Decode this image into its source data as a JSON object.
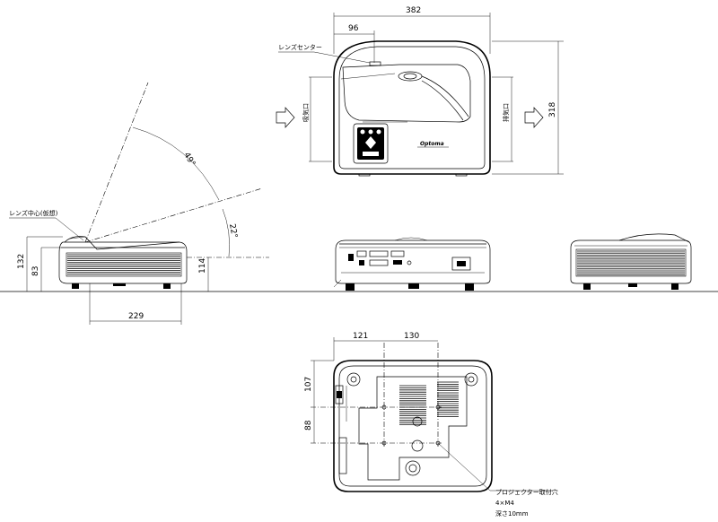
{
  "side_view": {
    "height_total": "132",
    "height_body": "83",
    "height_lens": "114",
    "depth": "229",
    "angle_upper": "49°",
    "angle_lower": "22°",
    "lens_center_label": "レンズ中心(仮想)"
  },
  "top_view": {
    "width": "382",
    "lens_offset": "96",
    "depth": "318",
    "lens_center_label": "レンズセンター",
    "intake_label": "吸気口",
    "exhaust_label": "排気口",
    "brand": "Optoma"
  },
  "bottom_view": {
    "dim_121": "121",
    "dim_130": "130",
    "dim_107": "107",
    "dim_88": "88",
    "mount_label_1": "プロジェクター取付穴",
    "mount_label_2": "4×M4",
    "mount_label_3": "深さ10mm"
  },
  "colors": {
    "line": "#000000",
    "background": "#ffffff"
  }
}
